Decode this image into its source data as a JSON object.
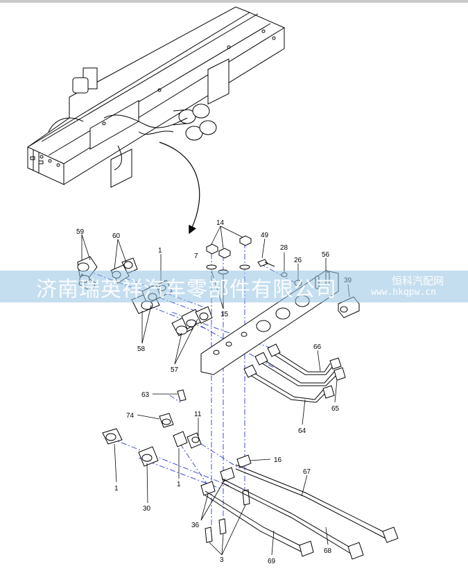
{
  "watermark": {
    "main": "济南瑞英祥汽车零部件有限公司",
    "brand": "恒科汽配网",
    "url": "www.hkqpw.cn"
  },
  "callouts": {
    "c59": "59",
    "c60": "60",
    "c1a": "1",
    "c14": "14",
    "c49": "49",
    "c28": "28",
    "c26": "26",
    "c56": "56",
    "c39": "39",
    "c7": "7",
    "c15": "15",
    "c58": "58",
    "c57": "57",
    "c66": "66",
    "c65": "65",
    "c64": "64",
    "c63": "63",
    "c74": "74",
    "c11": "11",
    "c16": "16",
    "c1b": "1",
    "c1c": "1",
    "c30": "30",
    "c67": "67",
    "c36": "36",
    "c3": "3",
    "c69": "69",
    "c68": "68"
  }
}
